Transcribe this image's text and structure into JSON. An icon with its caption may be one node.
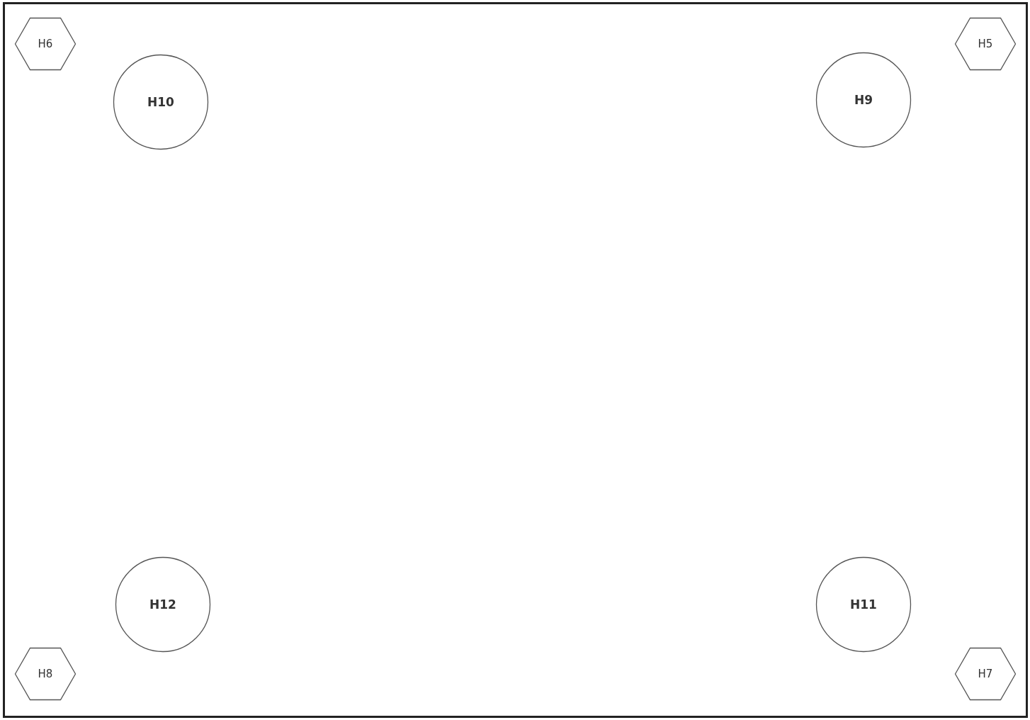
{
  "diagram": {
    "nodes": [
      {
        "text": [
          "H6"
        ]
      },
      {
        "text": [
          "H5"
        ]
      },
      {
        "text": [
          "H10"
        ]
      },
      {
        "text": [
          "H9"
        ]
      },
      {
        "text": [
          "H12"
        ]
      },
      {
        "text": [
          "H11"
        ]
      },
      {
        "text": [
          "H8"
        ]
      },
      {
        "text": [
          "H7"
        ]
      }
    ]
  }
}
